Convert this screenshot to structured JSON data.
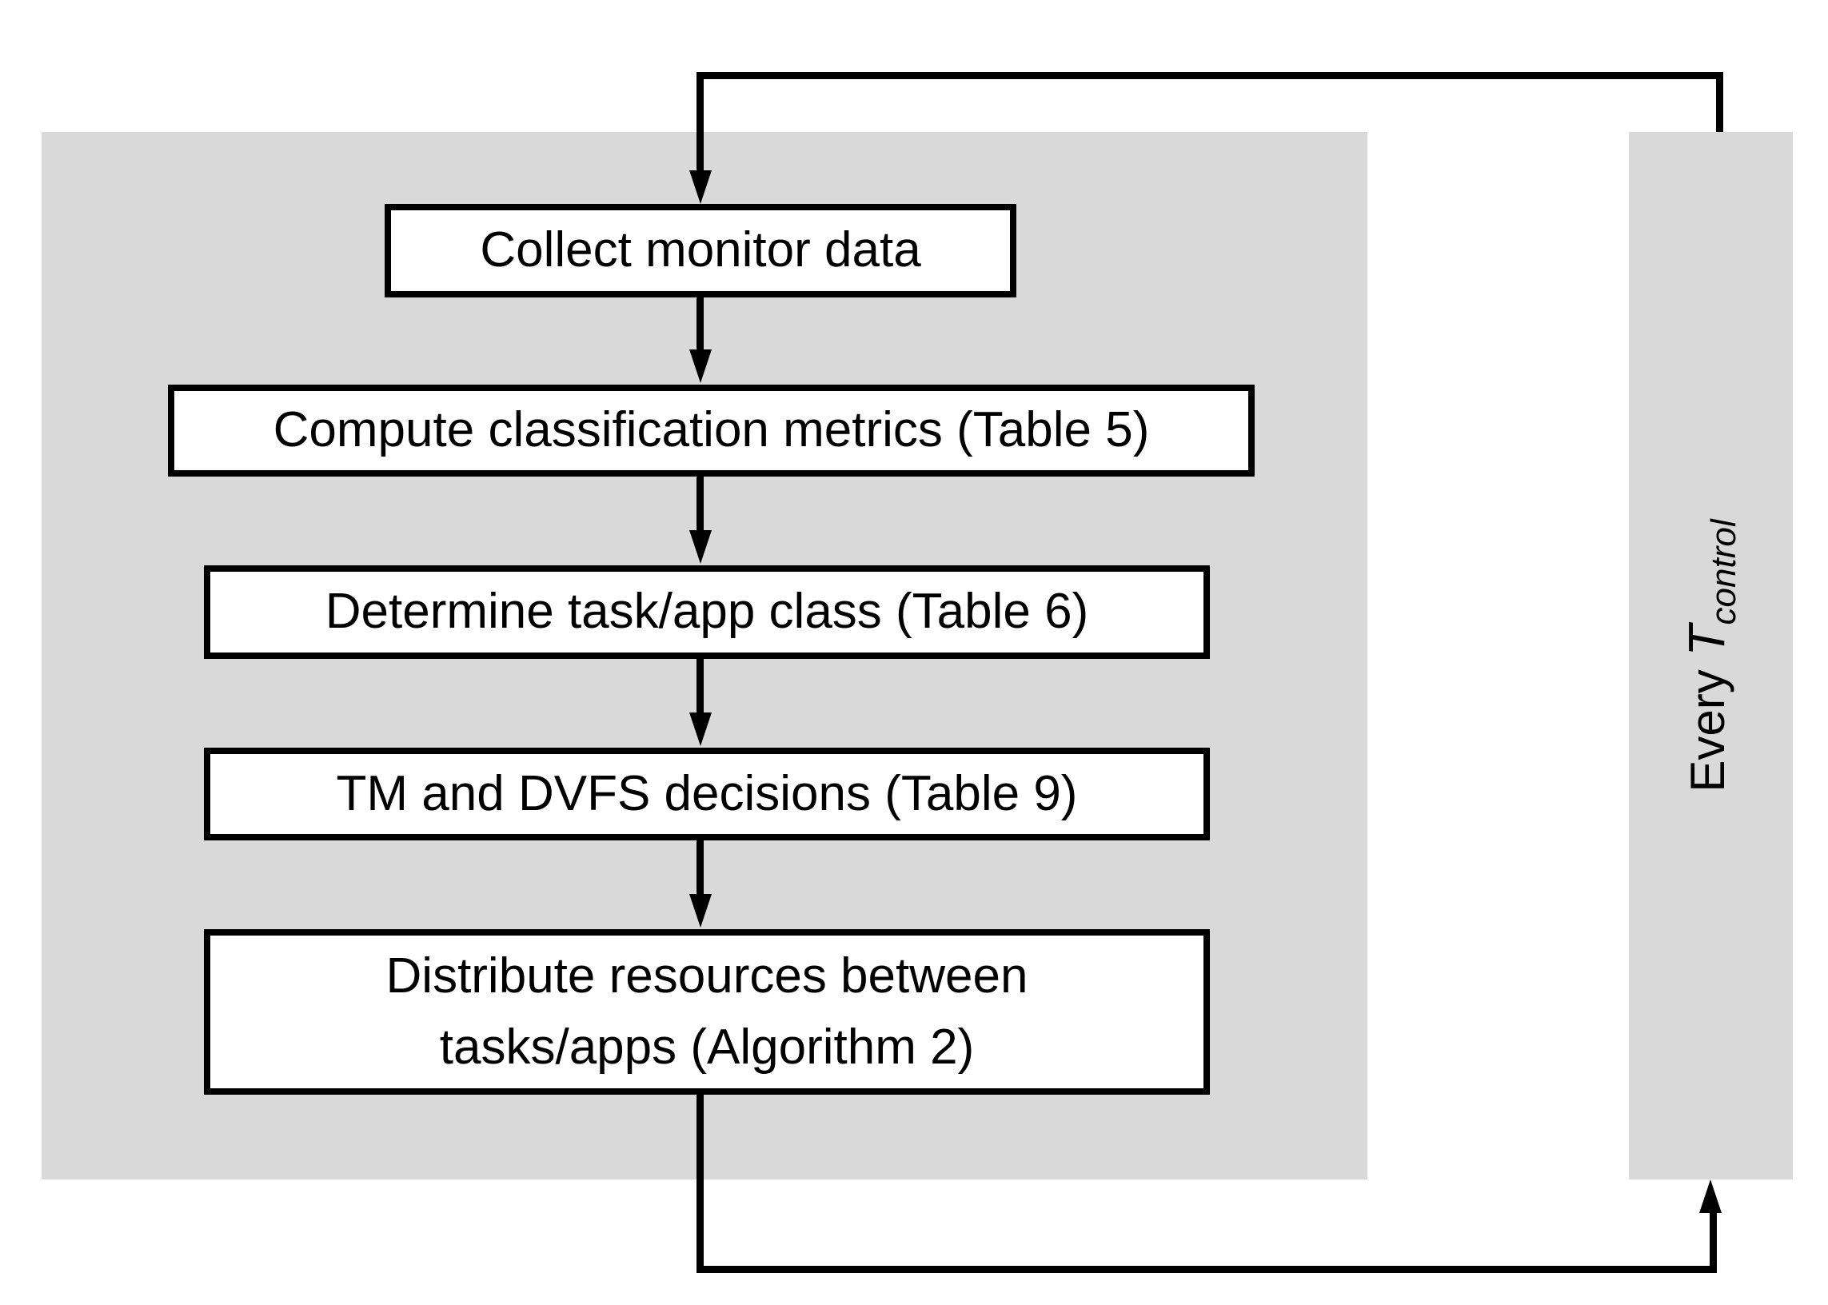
{
  "diagram": {
    "type": "flowchart",
    "nodes": [
      {
        "id": "collect",
        "label": "Collect monitor data"
      },
      {
        "id": "metrics",
        "label": "Compute classification metrics (Table 5)"
      },
      {
        "id": "classify",
        "label": "Determine task/app class (Table 6)"
      },
      {
        "id": "decisions",
        "label": "TM and DVFS decisions (Table 9)"
      },
      {
        "id": "distribute",
        "label_line1": "Distribute resources between",
        "label_line2": "tasks/apps (Algorithm 2)"
      }
    ],
    "loop_label": {
      "prefix": "Every ",
      "symbol": "T",
      "subscript": "control"
    },
    "colors": {
      "panel": "#d9d9d9",
      "line": "#000000",
      "node_bg": "#ffffff",
      "text": "#000000"
    }
  }
}
